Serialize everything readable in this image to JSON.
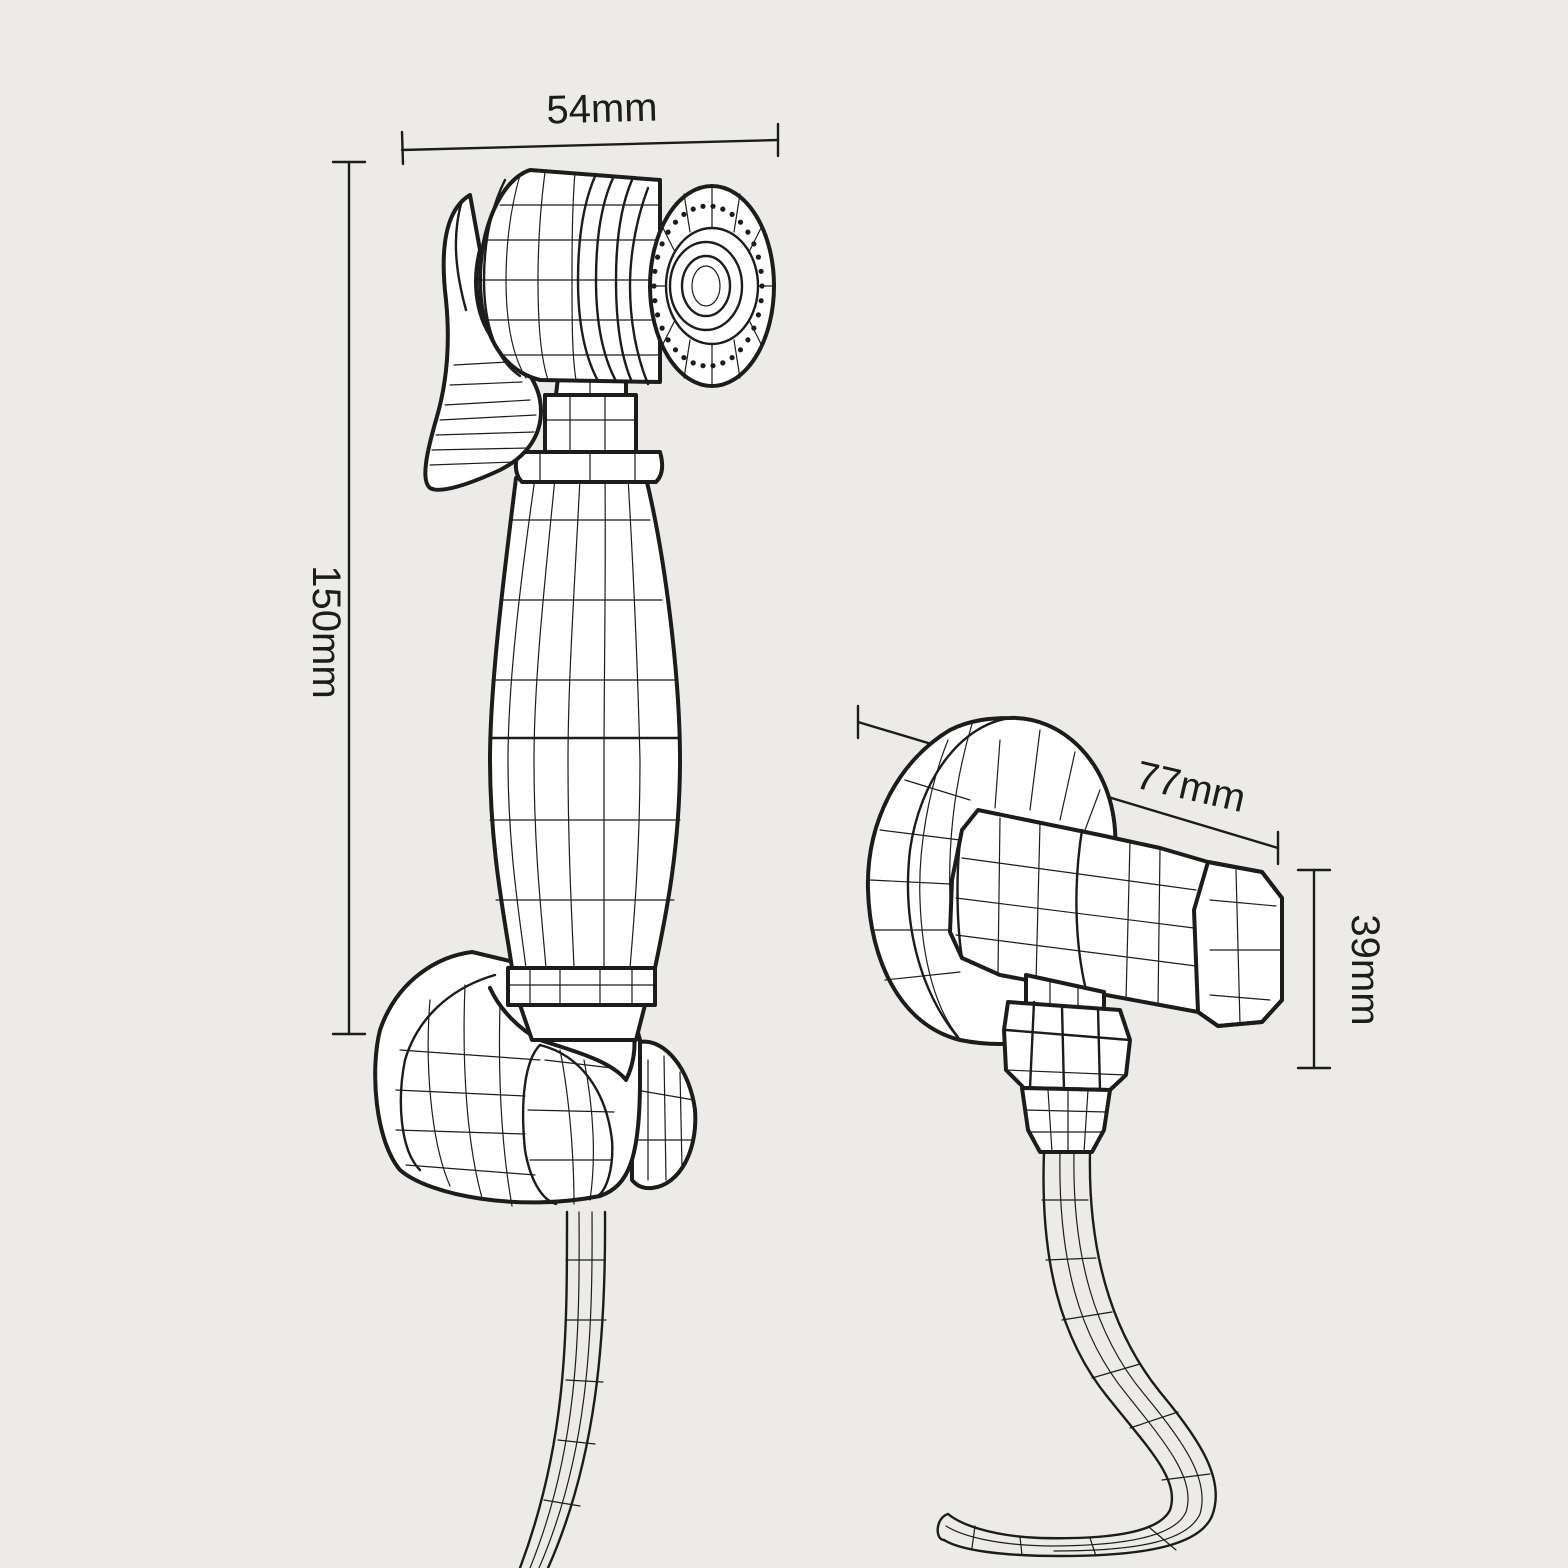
{
  "dimensions": {
    "spray_head_width": "54mm",
    "sprayer_height": "150mm",
    "valve_length": "77mm",
    "valve_height": "39mm"
  },
  "colors": {
    "background": "#ecebe8",
    "ink": "#1c1c1c",
    "fill": "#ffffff"
  }
}
